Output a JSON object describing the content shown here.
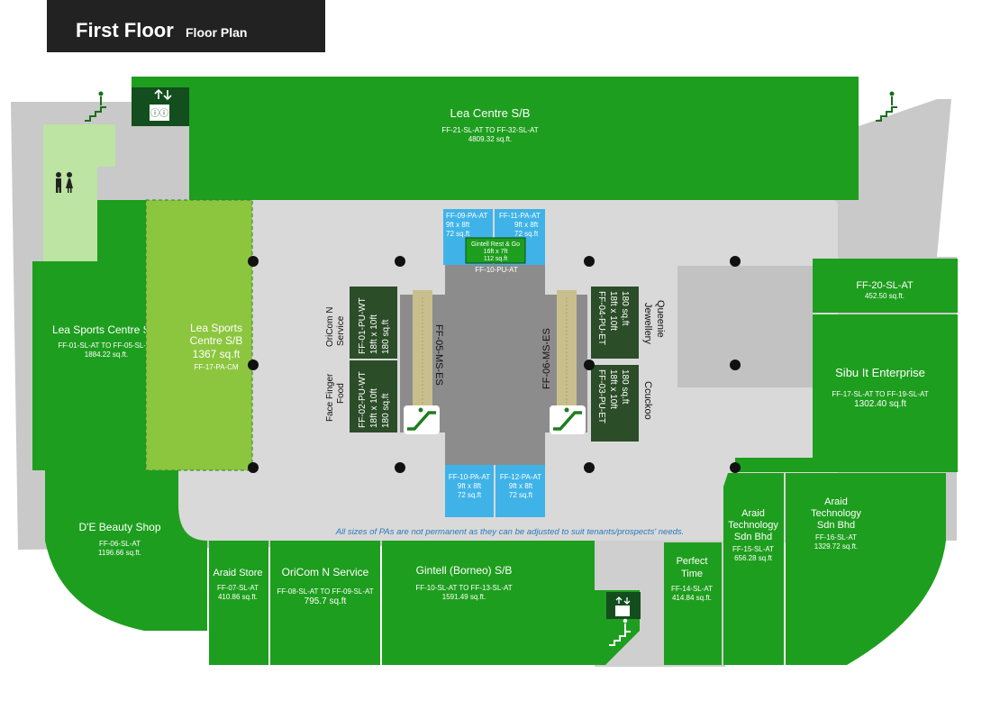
{
  "header": {
    "title": "First Floor",
    "subtitle": "Floor Plan"
  },
  "note": "All sizes of PAs are not permanent as they can be adjusted to suit tenants/prospects' needs.",
  "colors": {
    "header_bg": "#222222",
    "lot_green": "#1e9e1e",
    "light_green": "#8cc63f",
    "pale_green": "#bde4a2",
    "kiosk_blue": "#3fb3e8",
    "kiosk_dark": "#2b4d28",
    "atrium_grey": "#8c8c8c",
    "floor_grey": "#d4d4d4"
  },
  "icons": [
    "lift-icon",
    "staircase-icon",
    "toilet-icon",
    "escalator-icon"
  ],
  "lots": {
    "lea_centre": {
      "name": "Lea Centre S/B",
      "code": "FF-21-SL-AT TO FF-32-SL-AT",
      "area": "4809.32 sq.ft."
    },
    "lea_sports_left": {
      "name": "Lea Sports Centre S/B",
      "code": "FF-01-SL-AT TO FF-05-SL-AT",
      "area": "1884.22 sq.ft."
    },
    "lea_sports_17": {
      "name1": "Lea Sports",
      "name2": "Centre S/B",
      "area": "1367 sq.ft",
      "code": "FF-17-PA-CM"
    },
    "de_beauty": {
      "name": "D'E Beauty Shop",
      "code": "FF-06-SL-AT",
      "area": "1196.66 sq.ft."
    },
    "araid_store": {
      "name": "Araid Store",
      "code": "FF-07-SL-AT",
      "area": "410.86 sq.ft."
    },
    "oricom_service": {
      "name": "OriCom N Service",
      "code": "FF-08-SL-AT TO FF-09-SL-AT",
      "area": "795.7 sq.ft"
    },
    "gintell_borneo": {
      "name": "Gintell (Borneo) S/B",
      "code": "FF-10-SL-AT TO FF-13-SL-AT",
      "area": "1591.49 sq.ft."
    },
    "perfect_time": {
      "name1": "Perfect",
      "name2": "Time",
      "code": "FF-14-SL-AT",
      "area": "414.84 sq.ft."
    },
    "araid_15": {
      "name1": "Araid",
      "name2": "Technology",
      "name3": "Sdn Bhd",
      "code": "FF-15-SL-AT",
      "area": "656.28 sq.ft"
    },
    "araid_16": {
      "name1": "Araid",
      "name2": "Technology",
      "name3": "Sdn Bhd",
      "code": "FF-16-SL-AT",
      "area": "1329.72 sq.ft."
    },
    "ff20": {
      "code": "FF-20-SL-AT",
      "area": "452.50 sq.ft."
    },
    "sibu_it": {
      "name": "Sibu It Enterprise",
      "code": "FF-17-SL-AT TO FF-19-SL-AT",
      "area": "1302.40 sq.ft"
    }
  },
  "kiosks": {
    "ff09": {
      "code": "FF-09-PA-AT",
      "size": "9ft x 8ft",
      "area": "72 sq.ft"
    },
    "ff11": {
      "code": "FF-11-PA-AT",
      "size": "9ft x 8ft",
      "area": "72 sq.ft"
    },
    "gintell_rest": {
      "name": "Gintell Rest & Go",
      "size": "16ft x 7ft",
      "area": "112 sq.ft"
    },
    "ff10_pu": {
      "code": "FF-10-PU-AT"
    },
    "ff10_pa": {
      "code": "FF-10-PA-AT",
      "size": "9ft x 8ft",
      "area": "72 sq.ft"
    },
    "ff12_pa": {
      "code": "FF-12-PA-AT",
      "size": "9ft x 8ft",
      "area": "72 sq.ft"
    },
    "ff01_pu": {
      "code": "FF-01-PU-WT",
      "size": "18ft x 10ft",
      "area": "180 sq.ft",
      "tenant1": "OriCom N",
      "tenant2": "Service"
    },
    "ff02_pu": {
      "code": "FF-02-PU-WT",
      "size": "18ft x 10ft",
      "area": "180 sq.ft",
      "tenant1": "Face Finger",
      "tenant2": "Food"
    },
    "ff04_pu": {
      "code": "FF-04-PU-ET",
      "size": "18ft x 10ft",
      "area": "180 sq.ft",
      "tenant1": "Queenie",
      "tenant2": "Jewellery"
    },
    "ff03_pu": {
      "code": "FF-03-PU-ET",
      "size": "18ft x 10ft",
      "area": "180 sq.ft",
      "tenant1": "Ccuckoo"
    },
    "ff05_ms": {
      "code": "FF-05-MS-ES"
    },
    "ff06_ms": {
      "code": "FF-06-MS-ES"
    }
  }
}
